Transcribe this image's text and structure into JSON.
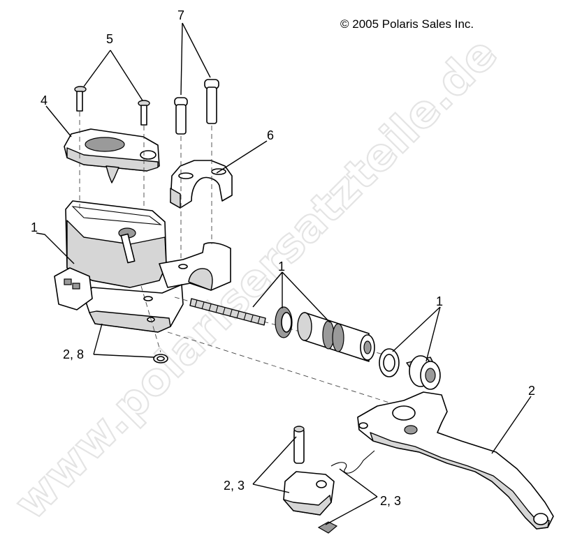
{
  "copyright": "© 2005 Polaris Sales Inc.",
  "watermark": "www.polarisersatzteile.de",
  "callouts": {
    "c1_left": "1",
    "c1_center": "1",
    "c1_right": "1",
    "c2_lever": "2",
    "c23_pin": "2, 3",
    "c23_spring": "2, 3",
    "c28": "2, 8",
    "c4": "4",
    "c5": "5",
    "c6": "6",
    "c7": "7"
  },
  "colors": {
    "line": "#000000",
    "shade": "#d6d6d6",
    "watermark": "#e4e4e4"
  }
}
